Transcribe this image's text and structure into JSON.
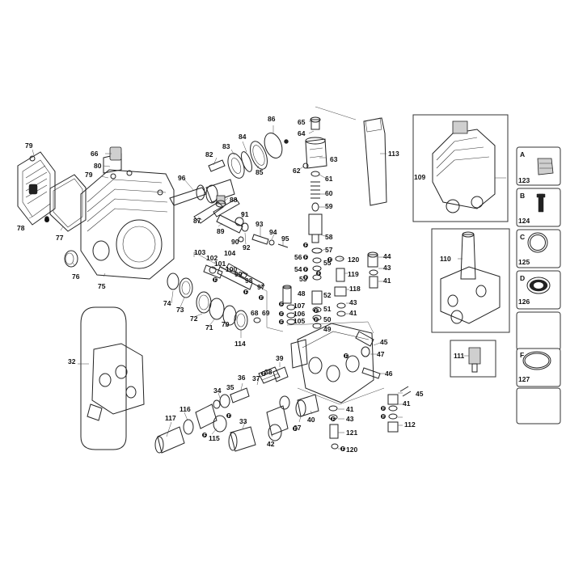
{
  "main_callouts": [
    "79",
    "66",
    "80",
    "79",
    "78",
    "77",
    "76",
    "75",
    "96",
    "82",
    "83",
    "84",
    "86",
    "85",
    "88",
    "87",
    "89",
    "91",
    "90",
    "92",
    "93",
    "94",
    "95",
    "65",
    "64",
    "63",
    "62",
    "61",
    "60",
    "59",
    "58",
    "57",
    "56",
    "55",
    "54",
    "53",
    "52",
    "113",
    "103",
    "102",
    "104",
    "101",
    "100",
    "99",
    "98",
    "97",
    "74",
    "73",
    "72",
    "71",
    "70",
    "114",
    "68",
    "69",
    "107",
    "106",
    "105",
    "51",
    "50",
    "49",
    "48",
    "120",
    "119",
    "118",
    "43",
    "41",
    "44",
    "43",
    "41",
    "45",
    "47",
    "46",
    "45",
    "41",
    "32",
    "39",
    "38",
    "37",
    "36",
    "35",
    "34",
    "33",
    "117",
    "116",
    "115",
    "42",
    "67",
    "40",
    "41",
    "43",
    "121",
    "120",
    "112"
  ],
  "fitting_marker": "F",
  "inset": {
    "assembly_1": "109",
    "assembly_2": "110",
    "assembly_3": "111"
  },
  "kit_legend": [
    {
      "letter": "A",
      "part": "123"
    },
    {
      "letter": "B",
      "part": "124"
    },
    {
      "letter": "C",
      "part": "125"
    },
    {
      "letter": "D",
      "part": "126"
    },
    {
      "letter": "",
      "part": ""
    },
    {
      "letter": "F",
      "part": "127"
    },
    {
      "letter": "",
      "part": ""
    }
  ]
}
